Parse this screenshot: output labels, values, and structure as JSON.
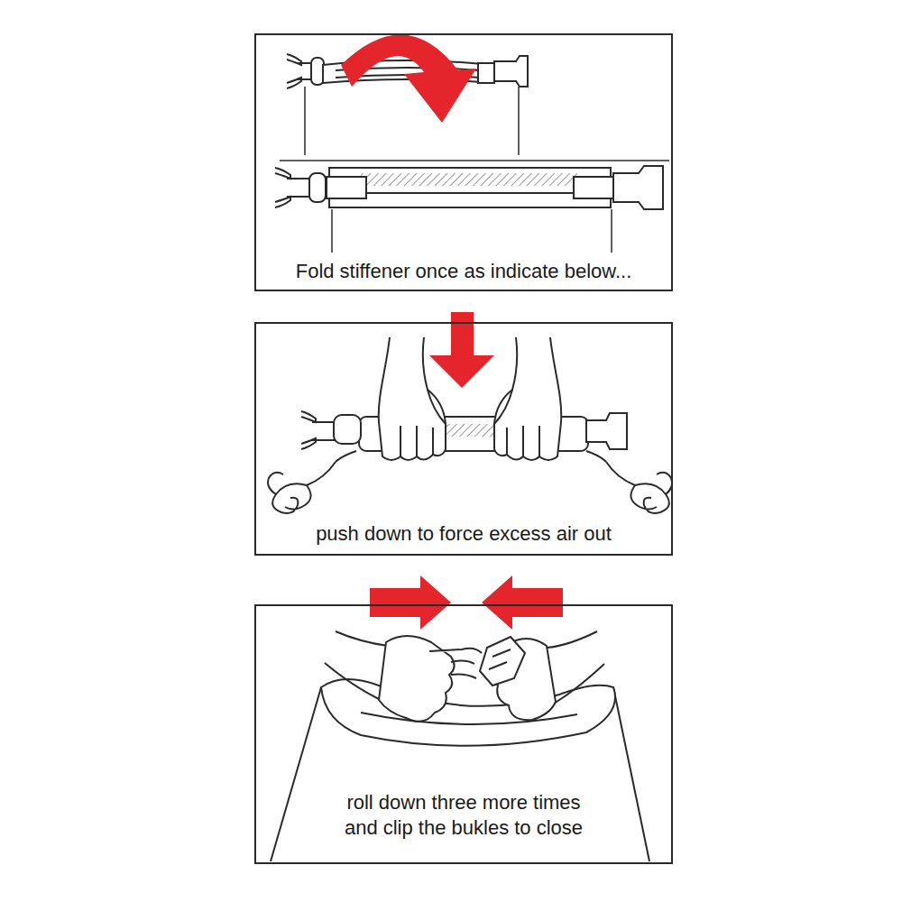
{
  "diagram": {
    "nodes": [
      {
        "text": [
          "Fold stiffener once as indicate below..."
        ]
      },
      {
        "text": [
          "push down to force excess air out"
        ]
      },
      {
        "text": [
          "roll down three more times and clip the bukles to close"
        ]
      }
    ]
  }
}
